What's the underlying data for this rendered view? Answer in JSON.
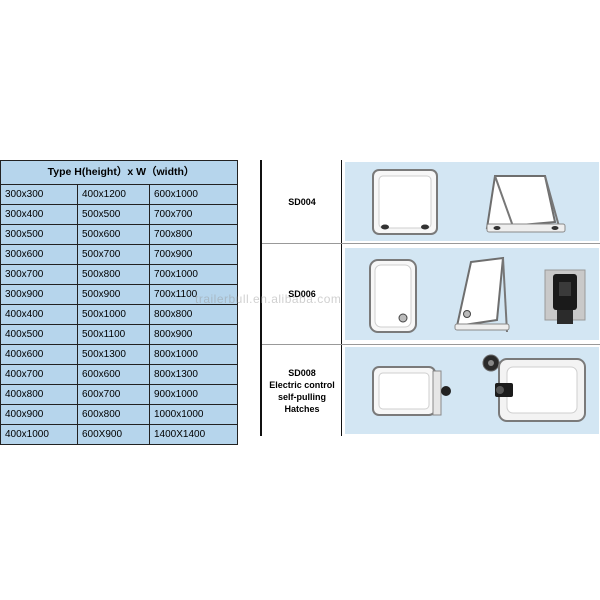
{
  "size_table": {
    "header": "Type H(height）x W（width）",
    "rows": [
      [
        "300x300",
        "400x1200",
        "600x1000"
      ],
      [
        "300x400",
        "500x500",
        "700x700"
      ],
      [
        "300x500",
        "500x600",
        "700x800"
      ],
      [
        "300x600",
        "500x700",
        "700x900"
      ],
      [
        "300x700",
        "500x800",
        "700x1000"
      ],
      [
        "300x900",
        "500x900",
        "700x1100"
      ],
      [
        "400x400",
        "500x1000",
        "800x800"
      ],
      [
        "400x500",
        "500x1100",
        "800x900"
      ],
      [
        "400x600",
        "500x1300",
        "800x1000"
      ],
      [
        "400x700",
        "600x600",
        "800x1300"
      ],
      [
        "400x800",
        "600x700",
        "900x1000"
      ],
      [
        "400x900",
        "600x800",
        "1000x1000"
      ],
      [
        "400x1000",
        "600X900",
        "1400X1400"
      ]
    ]
  },
  "products": [
    {
      "model": "SD004"
    },
    {
      "model": "SD006"
    },
    {
      "model": "SD008",
      "desc_lines": [
        "Electric control",
        "self-pulling",
        "Hatches"
      ]
    }
  ],
  "watermark": "trailerbull.en.alibaba.com",
  "colors": {
    "table_bg": "#b6d5ec",
    "photo_bg": "#d3e6f3"
  }
}
